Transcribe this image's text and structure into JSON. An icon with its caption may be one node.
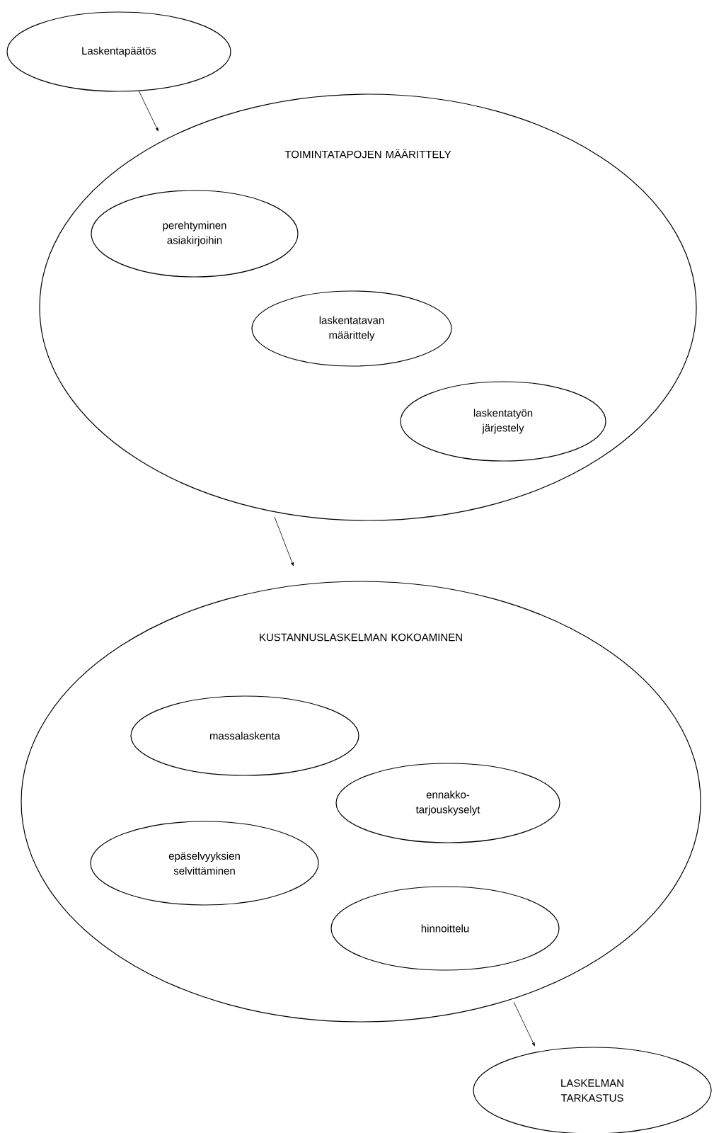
{
  "diagram": {
    "nodes": [
      {
        "text": [
          "Laskentapäätös"
        ]
      },
      {
        "text": [
          "TOIMINTATAPOJEN MÄÄRITTELY"
        ]
      },
      {
        "text": [
          "perehtyminen asiakirjoihin"
        ],
        "in": 1
      },
      {
        "text": [
          "laskentatavan määrittely"
        ],
        "in": 1
      },
      {
        "text": [
          "laskentatyön järjestely"
        ],
        "in": 1
      },
      {
        "text": [
          "KUSTANNUSLASKELMAN KOKOAMINEN"
        ]
      },
      {
        "text": [
          "massalaskenta"
        ],
        "in": 5
      },
      {
        "text": [
          "ennakko- tarjouskyselyt"
        ],
        "in": 5
      },
      {
        "text": [
          "epäselvyyksien selvittäminen"
        ],
        "in": 5
      },
      {
        "text": [
          "hinnoittelu"
        ],
        "in": 5
      },
      {
        "text": [
          "LASKELMAN TARKASTUS"
        ]
      }
    ],
    "edges": [
      {
        "from": 0,
        "to": 1,
        "arrow": "to"
      },
      {
        "from": 1,
        "to": 5,
        "arrow": "to"
      },
      {
        "from": 5,
        "to": 10,
        "arrow": "to"
      }
    ]
  }
}
